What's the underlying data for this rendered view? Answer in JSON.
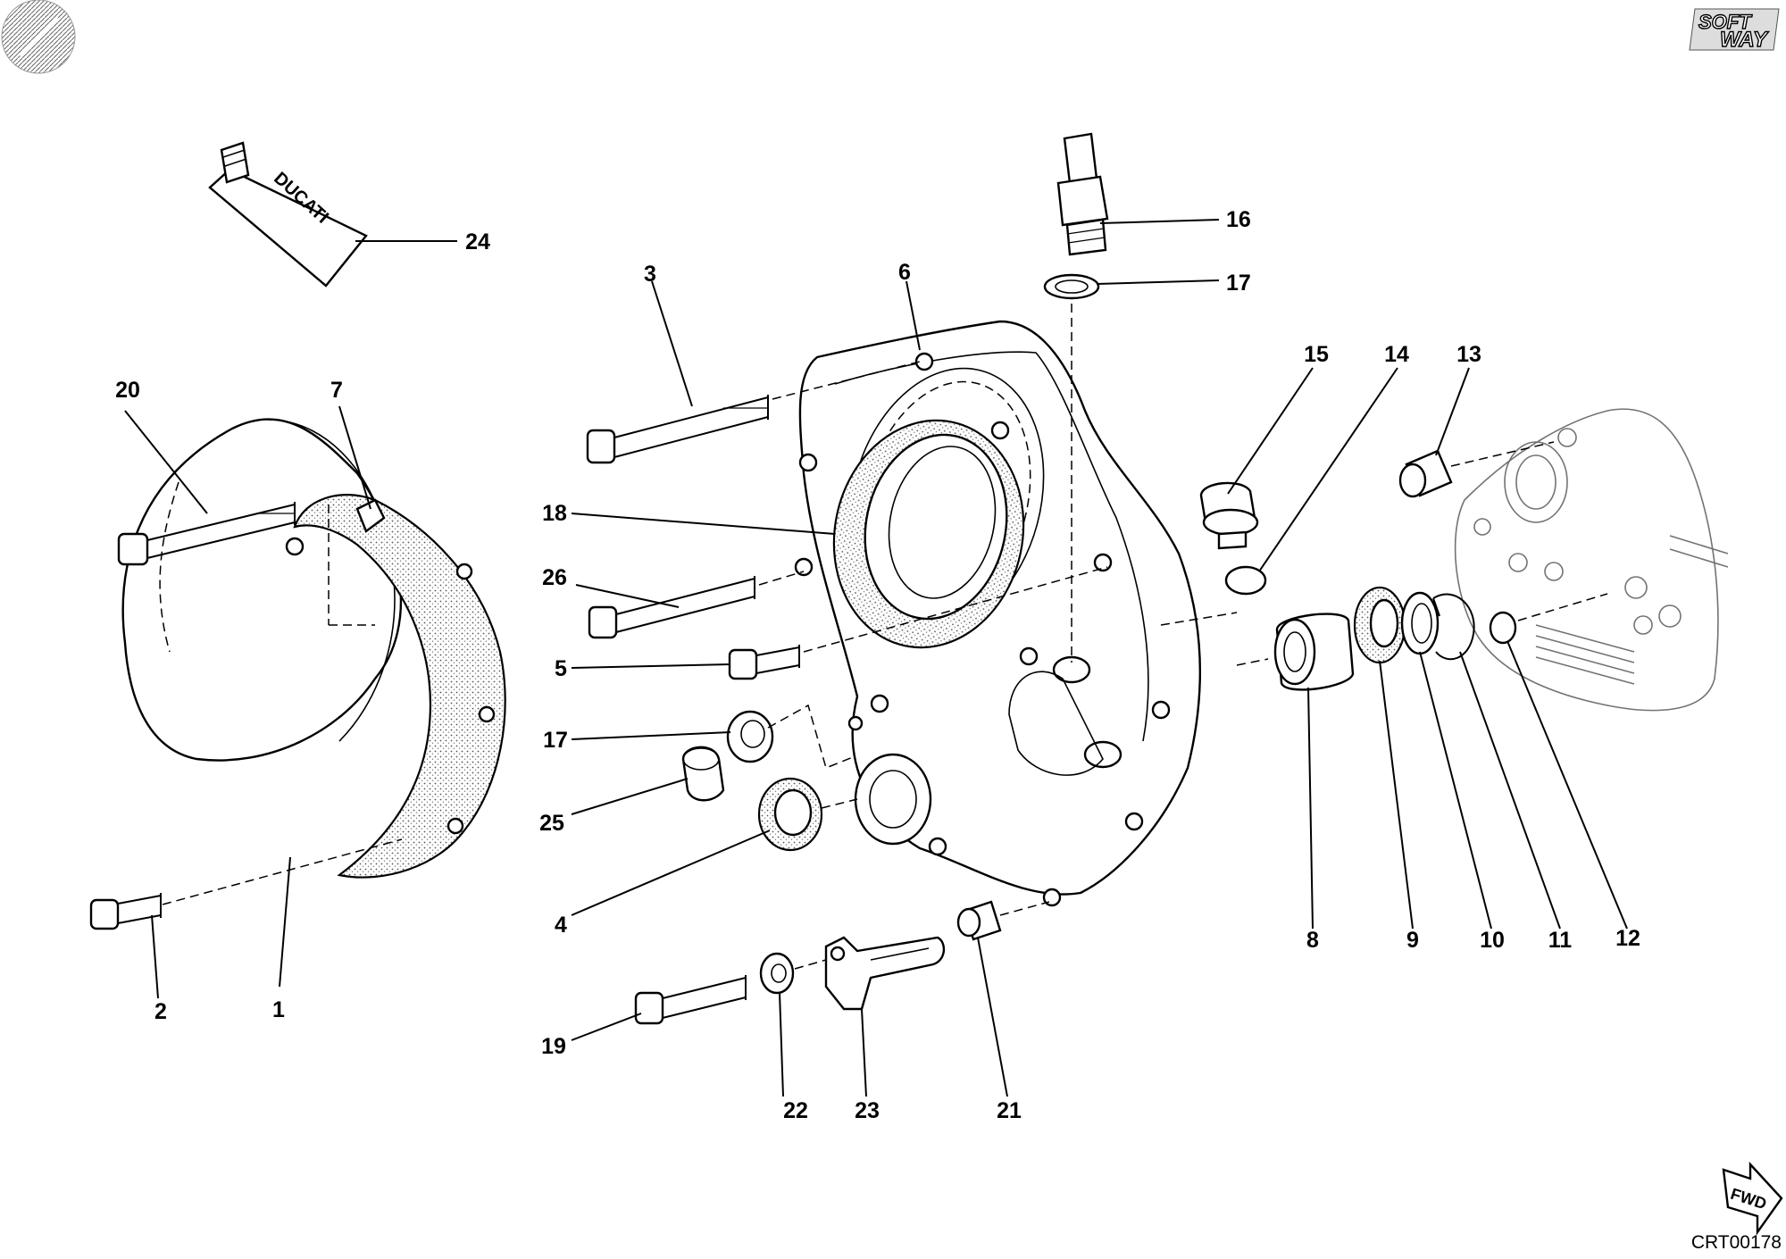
{
  "drawing": {
    "code": "CRT00178",
    "logo_text_top": "SOFT",
    "logo_text_bottom": "WAY",
    "tube_brand": "DUCATI",
    "fwd_label": "FWD"
  },
  "callouts": [
    {
      "id": "1",
      "label": "1"
    },
    {
      "id": "2",
      "label": "2"
    },
    {
      "id": "3",
      "label": "3"
    },
    {
      "id": "4",
      "label": "4"
    },
    {
      "id": "5",
      "label": "5"
    },
    {
      "id": "6",
      "label": "6"
    },
    {
      "id": "7",
      "label": "7"
    },
    {
      "id": "8",
      "label": "8"
    },
    {
      "id": "9",
      "label": "9"
    },
    {
      "id": "10",
      "label": "10"
    },
    {
      "id": "11",
      "label": "11"
    },
    {
      "id": "12",
      "label": "12"
    },
    {
      "id": "13",
      "label": "13"
    },
    {
      "id": "14",
      "label": "14"
    },
    {
      "id": "15",
      "label": "15"
    },
    {
      "id": "16",
      "label": "16"
    },
    {
      "id": "17a",
      "label": "17"
    },
    {
      "id": "17b",
      "label": "17"
    },
    {
      "id": "18",
      "label": "18"
    },
    {
      "id": "19",
      "label": "19"
    },
    {
      "id": "20",
      "label": "20"
    },
    {
      "id": "21",
      "label": "21"
    },
    {
      "id": "22",
      "label": "22"
    },
    {
      "id": "23",
      "label": "23"
    },
    {
      "id": "24",
      "label": "24"
    },
    {
      "id": "25",
      "label": "25"
    },
    {
      "id": "26",
      "label": "26"
    }
  ]
}
